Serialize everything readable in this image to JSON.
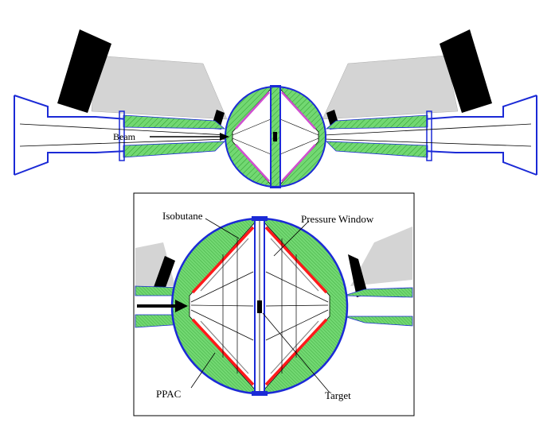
{
  "labels": {
    "beam": "Beam",
    "isobutane": "Isobutane",
    "pressure_window": "Pressure Window",
    "ppac": "PPAC",
    "target": "Target"
  },
  "colors": {
    "green": "#6fd66f",
    "blue": "#1b2ad6",
    "red": "#ff1a1a",
    "magenta": "#d14fd1",
    "gray": "#d4d4d4",
    "black": "#000000"
  }
}
